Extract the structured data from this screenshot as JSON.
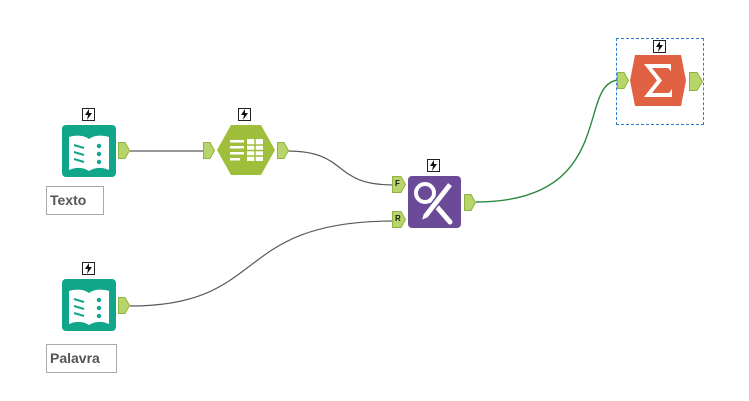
{
  "canvas": {
    "nodes": [
      {
        "id": "input-texto",
        "tool": "Input Data",
        "icon": "input-data-book-icon",
        "label": "Texto",
        "color": "#11a58a"
      },
      {
        "id": "input-palavra",
        "tool": "Input Data",
        "icon": "input-data-book-icon",
        "label": "Palavra",
        "color": "#11a58a"
      },
      {
        "id": "text-to-columns",
        "tool": "Text To Columns",
        "icon": "text-to-columns-icon",
        "label": "",
        "color": "#9fbf3c"
      },
      {
        "id": "find-replace",
        "tool": "Find Replace",
        "icon": "find-replace-icon",
        "label": "",
        "color": "#6b4a98",
        "inputs": [
          "F",
          "R"
        ]
      },
      {
        "id": "summarize",
        "tool": "Summarize",
        "icon": "summarize-sigma-icon",
        "label": "",
        "color": "#e06242",
        "selected": true
      }
    ],
    "anchor_labels": {
      "find": "F",
      "replace": "R"
    }
  },
  "colors": {
    "anchor": "#b7d56a",
    "wire_default": "#5a5a5a",
    "wire_active": "#2b8a3e",
    "selection": "#2f7fd0"
  }
}
